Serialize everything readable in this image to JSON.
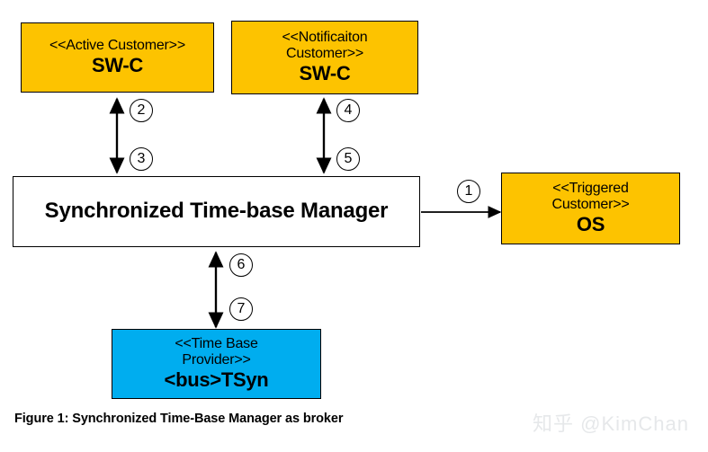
{
  "figure": {
    "caption": "Figure 1: Synchronized Time-Base Manager as broker",
    "watermark": "知乎 @KimChan",
    "colors": {
      "customer_fill": "#FDC300",
      "provider_fill": "#00ADEF",
      "manager_fill": "#FFFFFF",
      "stroke": "#000000",
      "watermark_text": "#E6E8EA"
    }
  },
  "nodes": [
    {
      "id": "active-customer",
      "stereotype": "<<Active Customer>>",
      "name": "SW-C",
      "fill": "#FDC300"
    },
    {
      "id": "notification-customer",
      "stereotype": "<<Notificaiton\nCustomer>>",
      "name": "SW-C",
      "fill": "#FDC300"
    },
    {
      "id": "synchronized-time-base-manager",
      "stereotype": "",
      "name": "Synchronized Time-base Manager",
      "fill": "#FFFFFF"
    },
    {
      "id": "triggered-customer",
      "stereotype": "<<Triggered\nCustomer>>",
      "name": "OS",
      "fill": "#FDC300"
    },
    {
      "id": "time-base-provider",
      "stereotype": "<<Time Base\nProvider>>",
      "name": "<bus>TSyn",
      "fill": "#00ADEF"
    }
  ],
  "connections": [
    {
      "id": "conn-1",
      "label": "1",
      "from": "synchronized-time-base-manager",
      "to": "triggered-customer",
      "direction": "right"
    },
    {
      "id": "conn-2",
      "label": "2",
      "from": "synchronized-time-base-manager",
      "to": "active-customer",
      "direction": "up"
    },
    {
      "id": "conn-3",
      "label": "3",
      "from": "active-customer",
      "to": "synchronized-time-base-manager",
      "direction": "down"
    },
    {
      "id": "conn-4",
      "label": "4",
      "from": "synchronized-time-base-manager",
      "to": "notification-customer",
      "direction": "up"
    },
    {
      "id": "conn-5",
      "label": "5",
      "from": "notification-customer",
      "to": "synchronized-time-base-manager",
      "direction": "down"
    },
    {
      "id": "conn-6",
      "label": "6",
      "from": "time-base-provider",
      "to": "synchronized-time-base-manager",
      "direction": "up"
    },
    {
      "id": "conn-7",
      "label": "7",
      "from": "synchronized-time-base-manager",
      "to": "time-base-provider",
      "direction": "down"
    }
  ]
}
